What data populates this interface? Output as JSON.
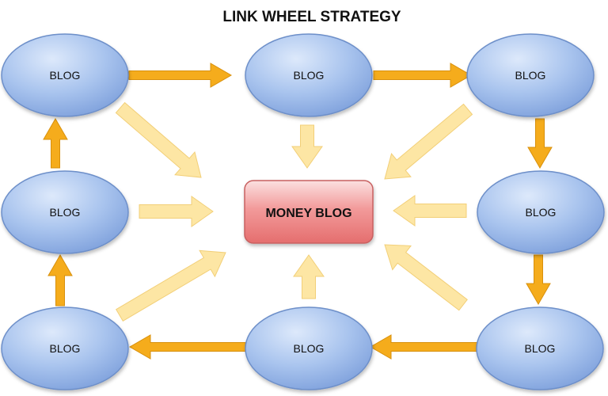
{
  "diagram": {
    "title": "LINK WHEEL STRATEGY",
    "center_label": "MONEY BLOG",
    "nodes": [
      {
        "label": "BLOG"
      },
      {
        "label": "BLOG"
      },
      {
        "label": "BLOG"
      },
      {
        "label": "BLOG"
      },
      {
        "label": "BLOG"
      },
      {
        "label": "BLOG"
      },
      {
        "label": "BLOG"
      },
      {
        "label": "BLOG"
      }
    ],
    "colors": {
      "blog_fill": "#a9c4ee",
      "blog_stroke": "#6d8fc9",
      "money_fill": "#ee8484",
      "money_stroke": "#c86060",
      "wheel_arrow": "#f5ac1c",
      "wheel_arrow_stroke": "#d8900c",
      "inner_arrow": "#fde6a4",
      "inner_arrow_stroke": "#f2cf78"
    }
  }
}
